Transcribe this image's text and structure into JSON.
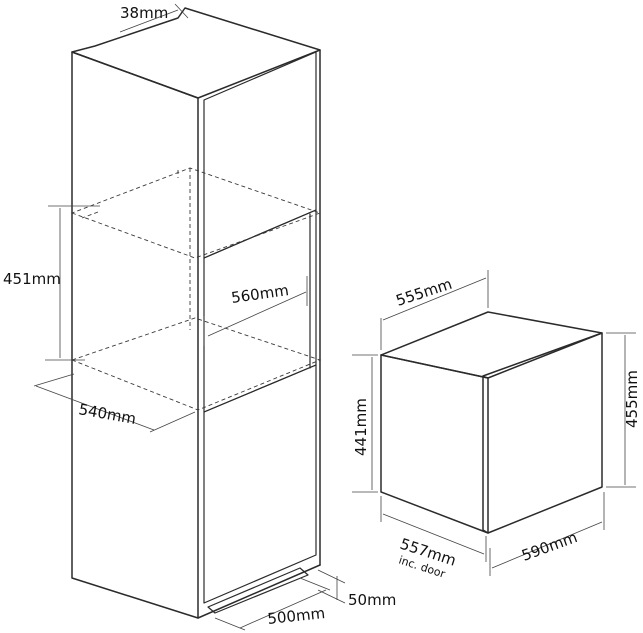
{
  "dimensions": {
    "housing_top_depth": "38mm",
    "aperture_height": "451mm",
    "aperture_width": "560mm",
    "housing_depth": "540mm",
    "plinth_height": "50mm",
    "plinth_depth": "500mm",
    "oven_depth": "555mm",
    "oven_height_total": "455mm",
    "oven_body_height": "441mm",
    "oven_depth_inc_door": "557mm",
    "oven_depth_inc_door_note": "inc. door",
    "oven_width": "590mm"
  }
}
